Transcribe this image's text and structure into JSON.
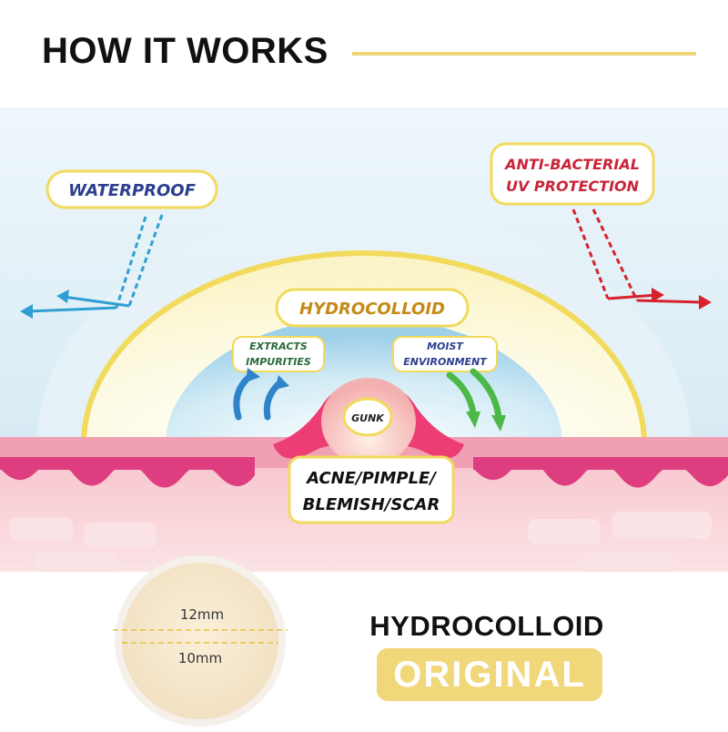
{
  "header": {
    "title": "HOW IT WORKS"
  },
  "diagram": {
    "labels": {
      "waterproof": "WATERPROOF",
      "anti_bacterial_line1": "ANTI-BACTERIAL",
      "anti_bacterial_line2": "UV PROTECTION",
      "hydrocolloid": "HYDROCOLLOID",
      "extracts_line1": "EXTRACTS",
      "extracts_line2": "IMPURITIES",
      "moist_line1": "MOIST",
      "moist_line2": "ENVIRONMENT",
      "gunk": "GUNK",
      "acne_line1": "ACNE/PIMPLE/",
      "acne_line2": "BLEMISH/SCAR"
    },
    "colors": {
      "sky": "#d9edf5",
      "skin": "#f3a9ba",
      "skin_wave": "#de3e80",
      "hydrocolloid_border": "#f2da5c",
      "water_arrow": "#2f9fd3",
      "uv_arrow": "#d5222c",
      "green_arrow": "#4cb848",
      "blue_arrow": "#2f83c9"
    }
  },
  "patch": {
    "outer_size": "12mm",
    "inner_size": "10mm"
  },
  "product": {
    "name": "HYDROCOLLOID",
    "badge": "ORIGINAL"
  },
  "theme": {
    "accent": "#efd477",
    "text": "#111111"
  }
}
